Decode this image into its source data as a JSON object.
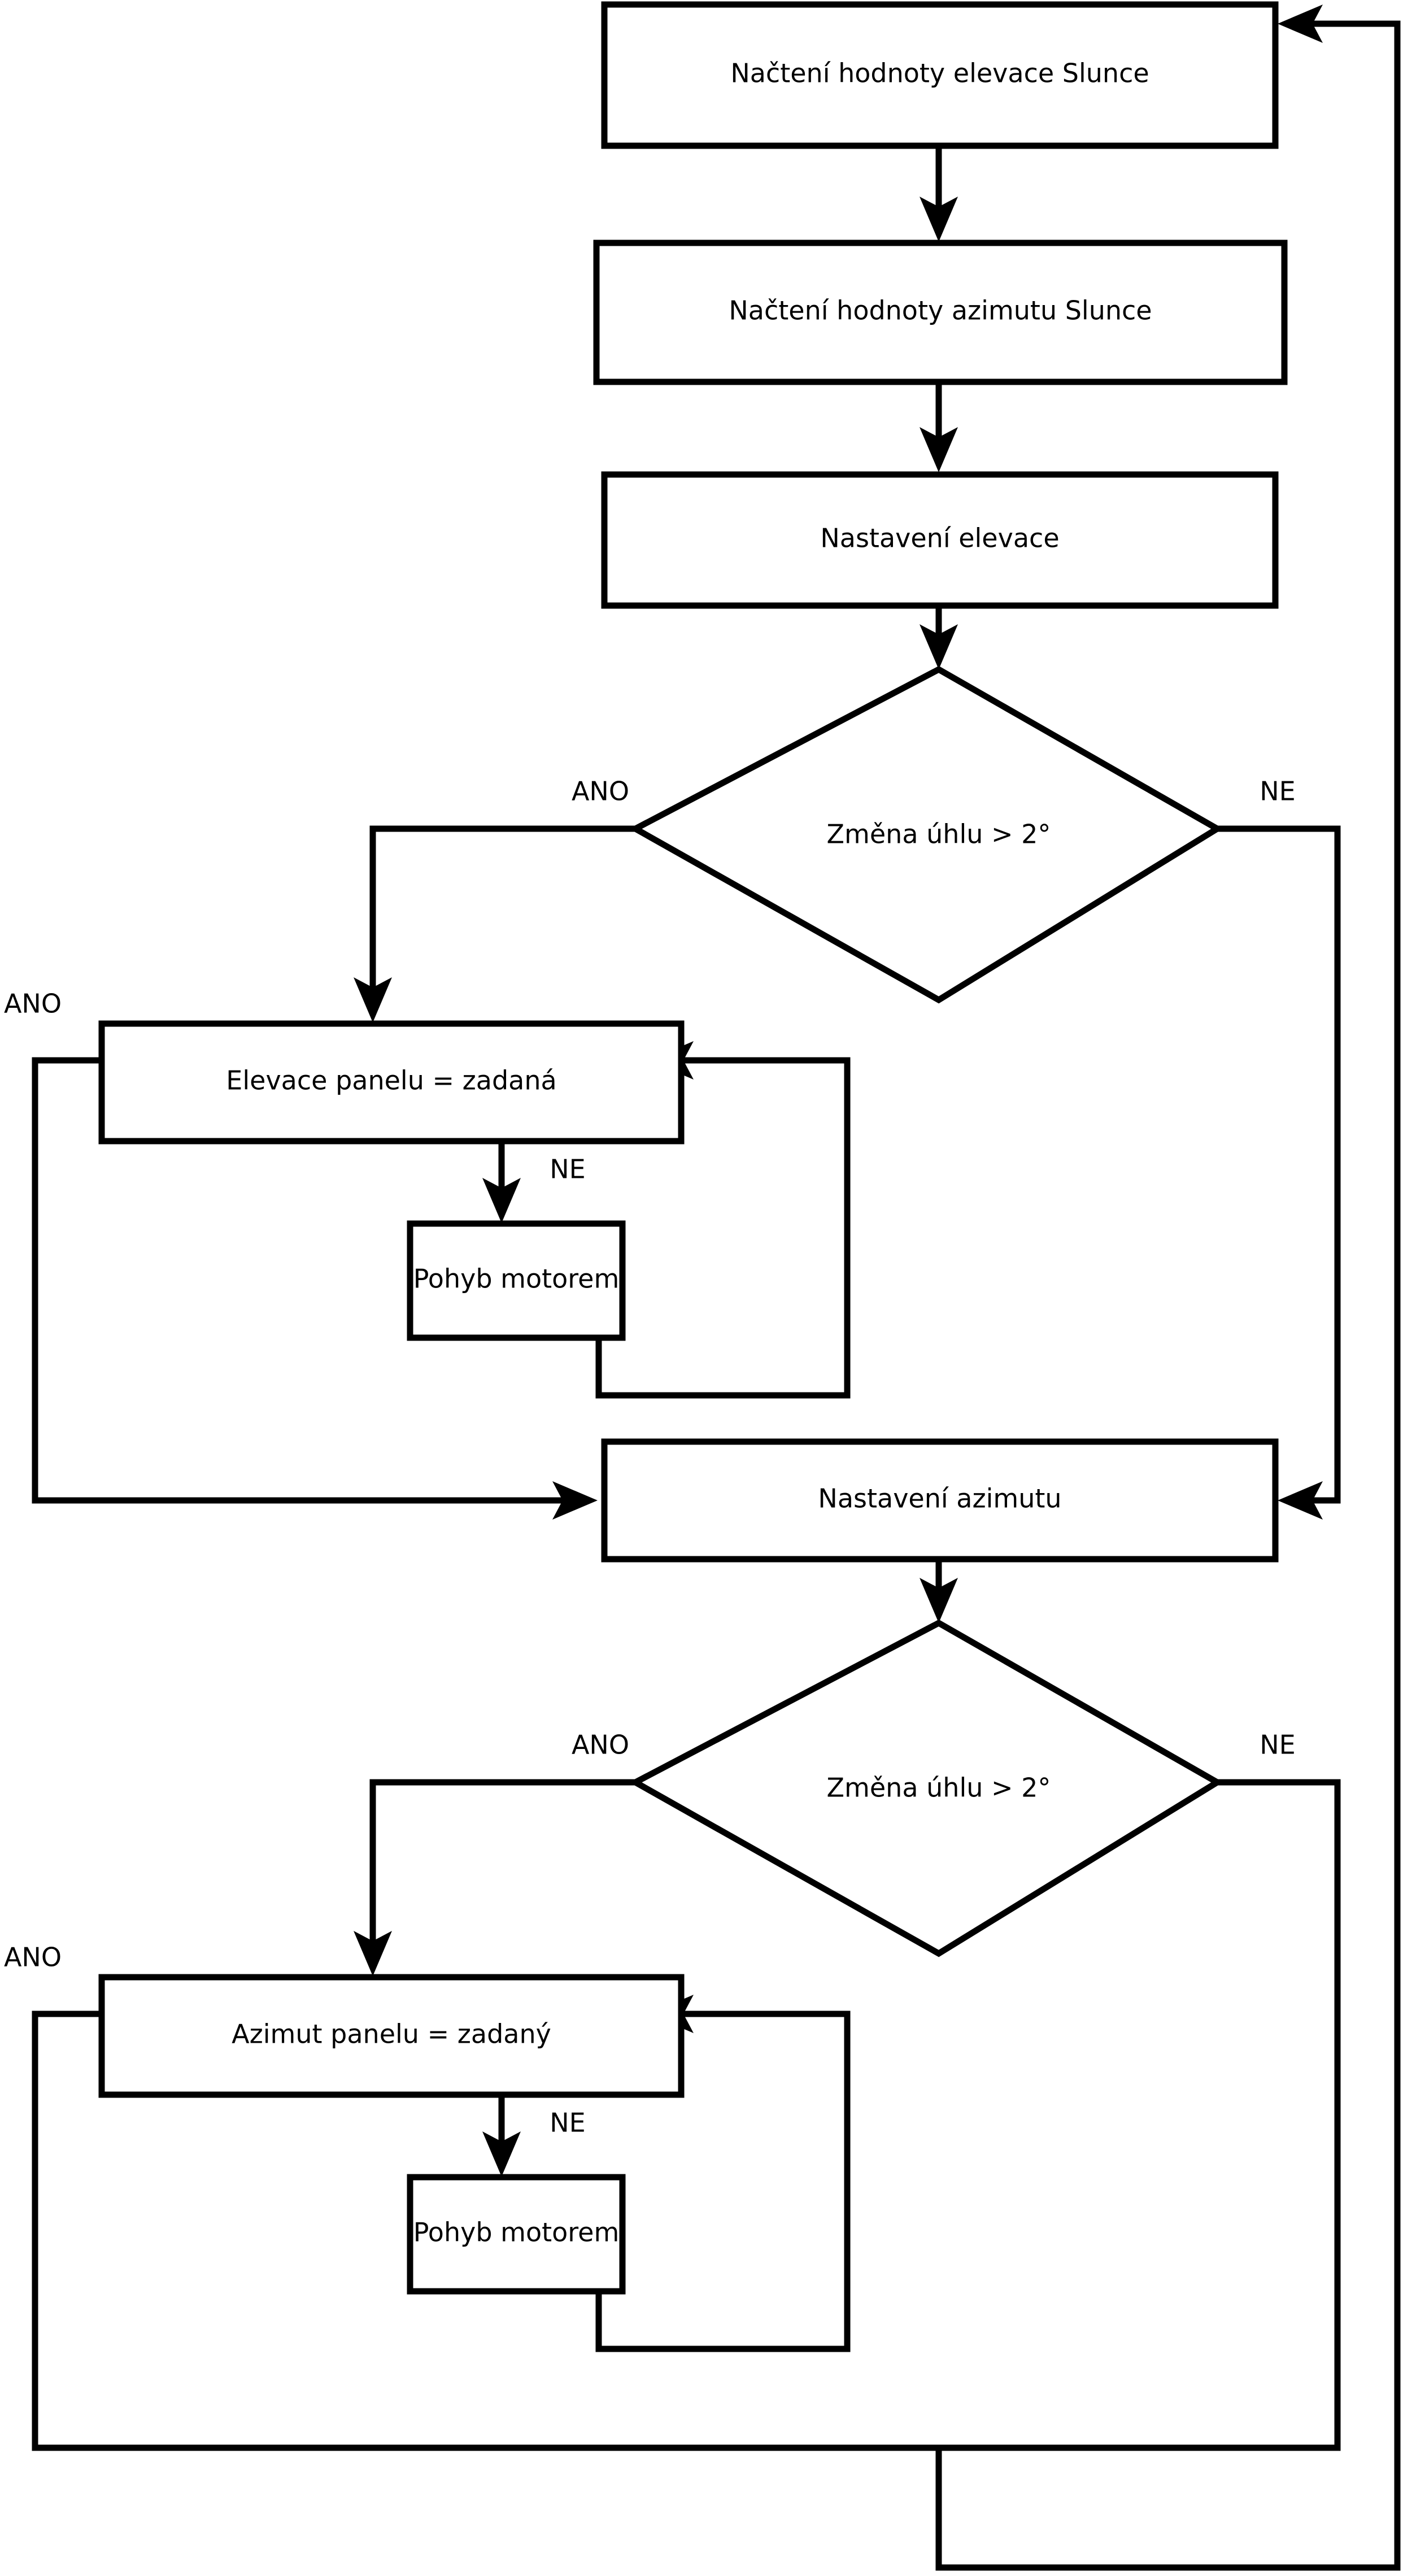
{
  "diagram": {
    "type": "flowchart",
    "language": "cs",
    "orientation": "top-to-bottom",
    "background_color": "#ffffff",
    "line_color": "#000000",
    "nodes": [
      {
        "id": "n1",
        "shape": "process",
        "label": "Načtení hodnoty elevace Slunce"
      },
      {
        "id": "n2",
        "shape": "process",
        "label": "Načtení hodnoty azimutu Slunce"
      },
      {
        "id": "n3",
        "shape": "process",
        "label": "Nastavení elevace"
      },
      {
        "id": "d1",
        "shape": "decision",
        "label": "Změna úhlu > 2°"
      },
      {
        "id": "n4",
        "shape": "process",
        "label": "Elevace panelu = zadaná"
      },
      {
        "id": "n5",
        "shape": "process",
        "label": "Pohyb motorem"
      },
      {
        "id": "n6",
        "shape": "process",
        "label": "Nastavení azimutu"
      },
      {
        "id": "d2",
        "shape": "decision",
        "label": "Změna úhlu > 2°"
      },
      {
        "id": "n7",
        "shape": "process",
        "label": "Azimut panelu = zadaný"
      },
      {
        "id": "n8",
        "shape": "process",
        "label": "Pohyb motorem"
      }
    ],
    "edge_labels": {
      "d1_yes": "ANO",
      "d1_no": "NE",
      "n4_yes": "ANO",
      "n4_no": "NE",
      "d2_yes": "ANO",
      "d2_no": "NE",
      "n7_yes": "ANO",
      "n7_no": "NE"
    },
    "edges": [
      {
        "from": "n1",
        "to": "n2",
        "label": ""
      },
      {
        "from": "n2",
        "to": "n3",
        "label": ""
      },
      {
        "from": "n3",
        "to": "d1",
        "label": ""
      },
      {
        "from": "d1",
        "to": "n4",
        "label": "ANO"
      },
      {
        "from": "d1",
        "to": "n6",
        "label": "NE"
      },
      {
        "from": "n4",
        "to": "n6",
        "label": "ANO"
      },
      {
        "from": "n4",
        "to": "n5",
        "label": "NE"
      },
      {
        "from": "n5",
        "to": "n4",
        "label": ""
      },
      {
        "from": "n6",
        "to": "d2",
        "label": ""
      },
      {
        "from": "d2",
        "to": "n7",
        "label": "ANO"
      },
      {
        "from": "d2",
        "to": "n1",
        "label": "NE"
      },
      {
        "from": "n7",
        "to": "n1",
        "label": "ANO"
      },
      {
        "from": "n7",
        "to": "n8",
        "label": "NE"
      },
      {
        "from": "n8",
        "to": "n7",
        "label": ""
      }
    ]
  }
}
